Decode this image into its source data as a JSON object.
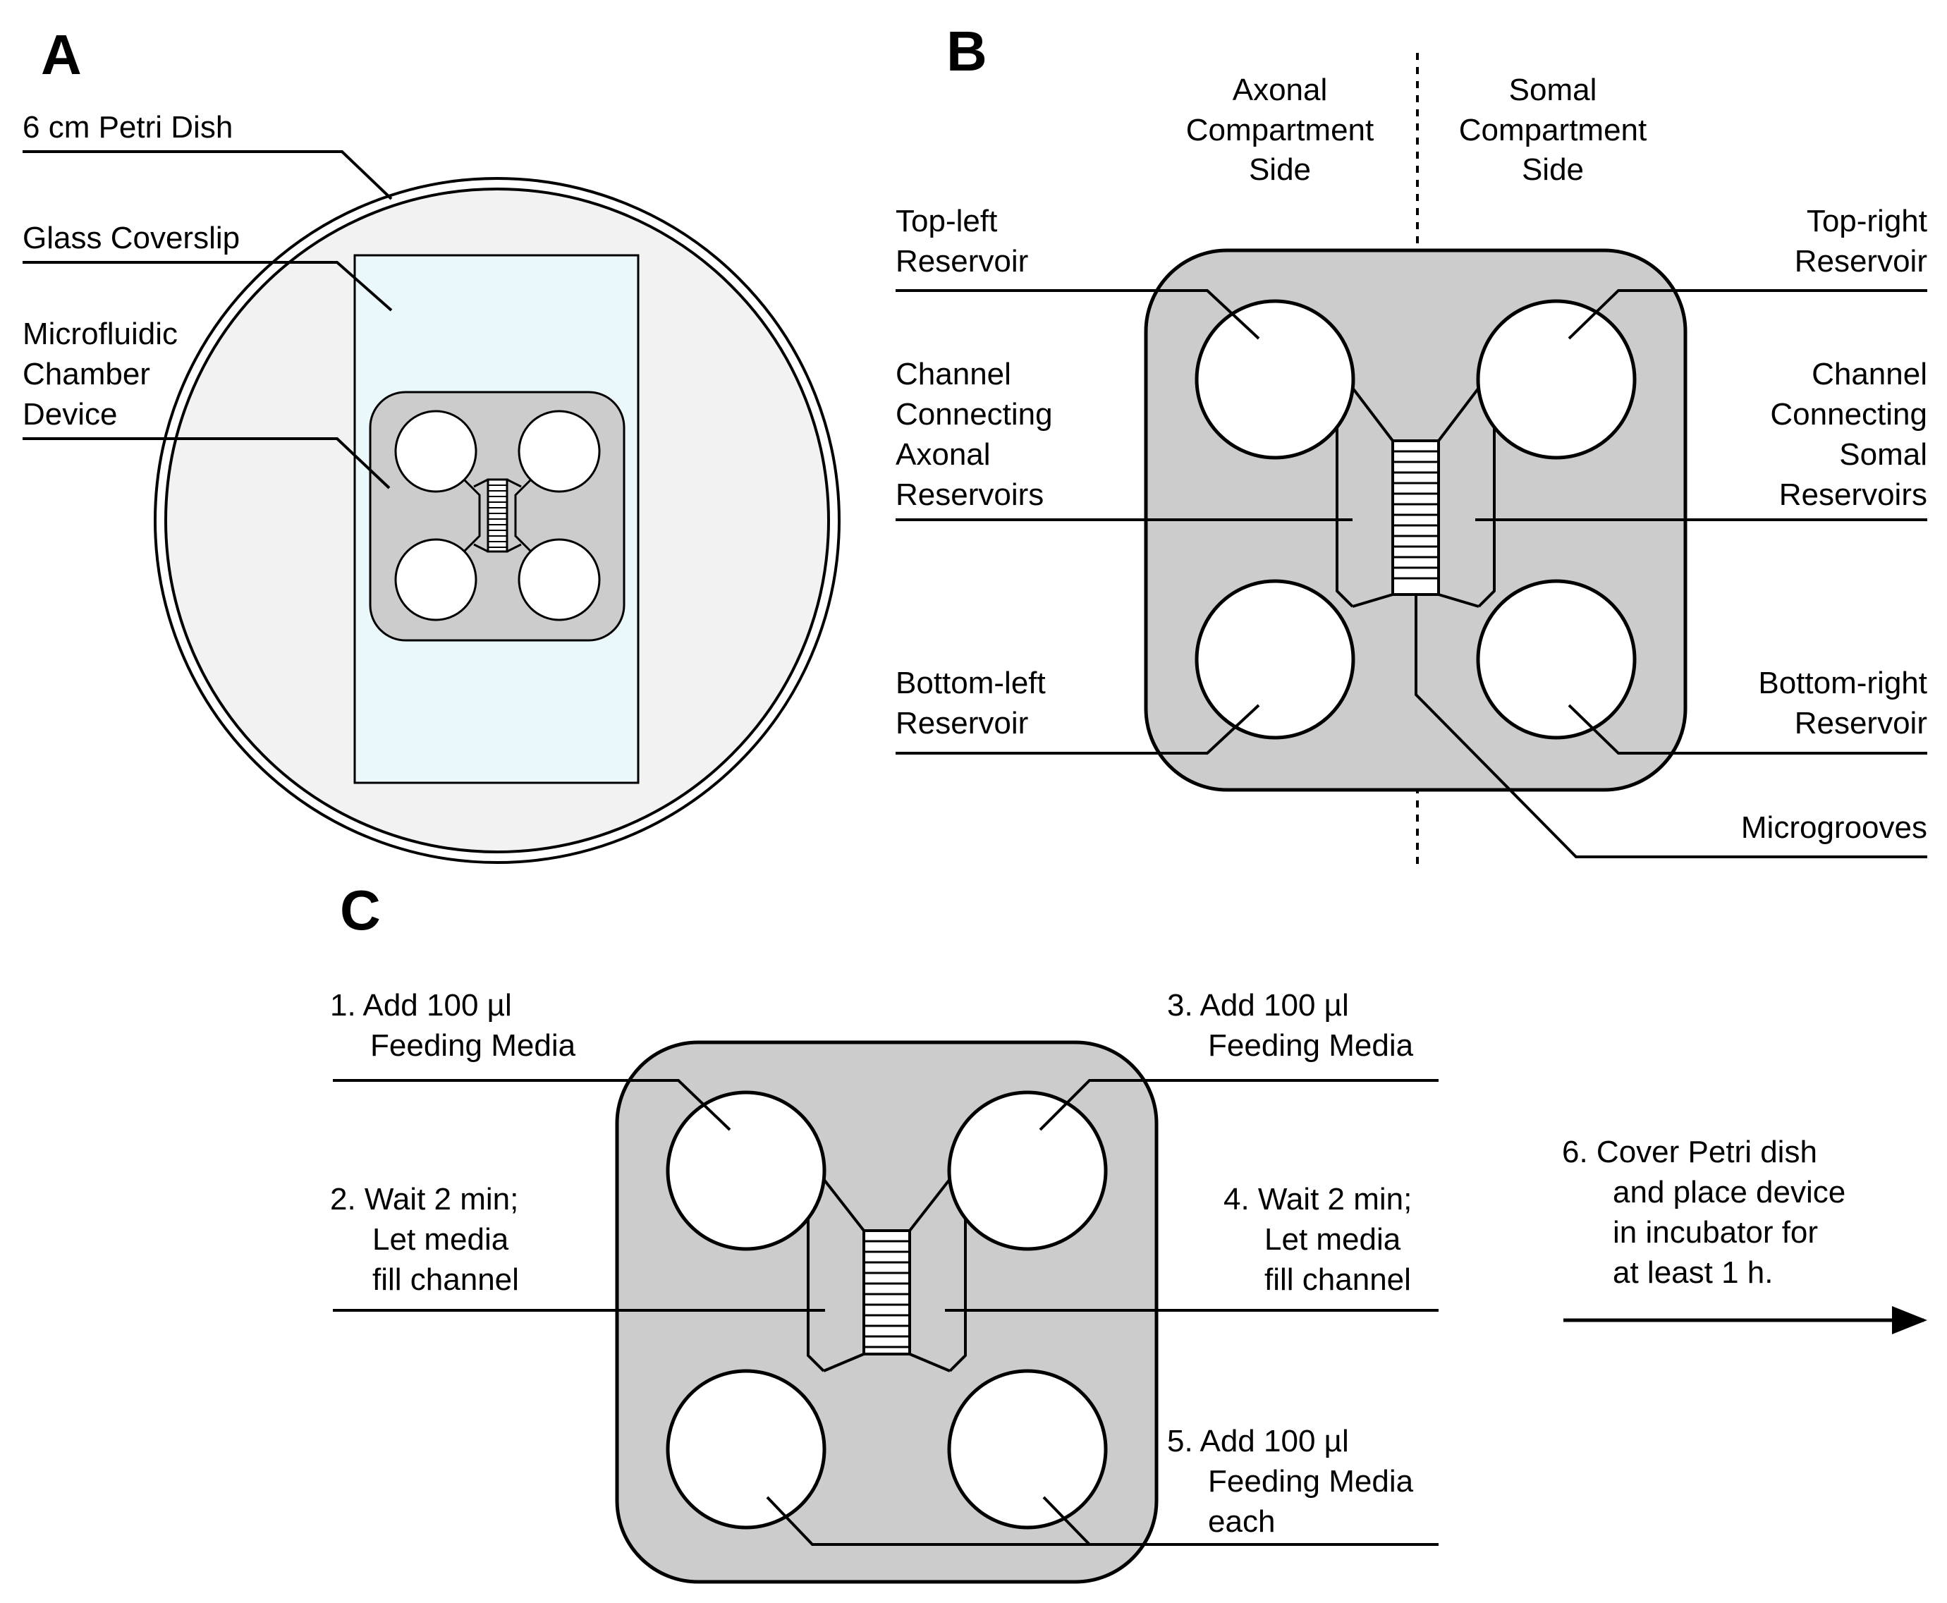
{
  "panels": {
    "A": {
      "letter": "A",
      "dish_label": "6 cm Petri Dish",
      "coverslip_label": "Glass Coverslip",
      "device_label": [
        "Microfluidic",
        "Chamber",
        "Device"
      ]
    },
    "B": {
      "letter": "B",
      "axonal_side": [
        "Axonal",
        "Compartment",
        "Side"
      ],
      "somal_side": [
        "Somal",
        "Compartment",
        "Side"
      ],
      "top_left": [
        "Top-left",
        "Reservoir"
      ],
      "top_right": [
        "Top-right",
        "Reservoir"
      ],
      "channel_axonal": [
        "Channel",
        "Connecting",
        "Axonal",
        "Reservoirs"
      ],
      "channel_somal": [
        "Channel",
        "Connecting",
        "Somal",
        "Reservoirs"
      ],
      "bottom_left": [
        "Bottom-left",
        "Reservoir"
      ],
      "bottom_right": [
        "Bottom-right",
        "Reservoir"
      ],
      "microgrooves": "Microgrooves"
    },
    "C": {
      "letter": "C",
      "step1": [
        "1. Add 100 µl",
        "Feeding Media"
      ],
      "step2": [
        "2. Wait 2 min;",
        "Let media",
        "fill channel"
      ],
      "step3": [
        "3. Add 100 µl",
        "Feeding Media"
      ],
      "step4": [
        "4. Wait 2 min;",
        "Let media",
        "fill channel"
      ],
      "step5": [
        "5. Add 100 µl",
        "Feeding Media",
        "each"
      ],
      "step6": [
        "6.  Cover Petri dish",
        "and place device",
        "in incubator for",
        "at least 1 h."
      ]
    }
  },
  "colors": {
    "dish_fill": "#f2f2f2",
    "coverslip_fill": "#eaf8fc",
    "device_fill": "#cccccc",
    "line": "#000000"
  }
}
